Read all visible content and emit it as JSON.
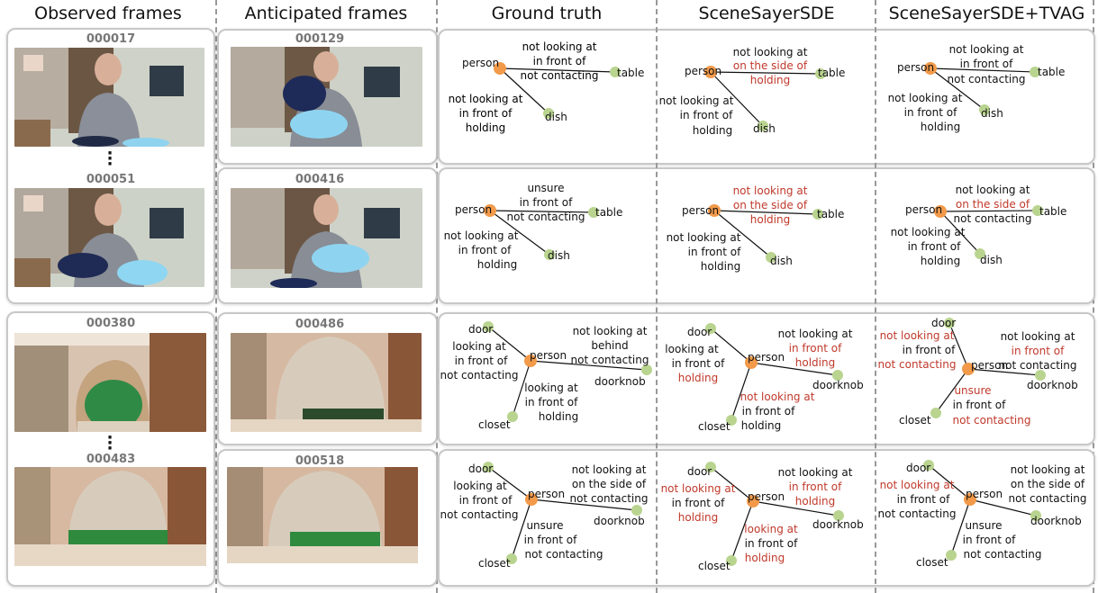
{
  "headers": {
    "observed": "Observed frames",
    "anticipated": "Anticipated frames",
    "gt": "Ground truth",
    "sde": "SceneSayerSDE",
    "tvag": "SceneSayerSDE+TVAG"
  },
  "observed": [
    {
      "ids": [
        "000017",
        "000051"
      ]
    },
    {
      "ids": [
        "000380",
        "000483"
      ]
    }
  ],
  "anticipated": [
    "000129",
    "000416",
    "000486",
    "000518"
  ],
  "colors": {
    "person_node": "#f29a4a",
    "object_node": "#b9d48f",
    "highlight": "#c0392b",
    "text": "#111111"
  },
  "graphs": {
    "r1": {
      "gt": {
        "person": "person",
        "table": "table",
        "dish": "dish",
        "rel_table": [
          "not looking at",
          "in front of",
          "not contacting"
        ],
        "rel_dish": [
          "not looking at",
          "in front of",
          "holding"
        ]
      },
      "sde": {
        "person": "person",
        "table": "table",
        "dish": "dish",
        "rel_table": [
          "not looking at",
          "on the side of",
          "holding"
        ],
        "rel_dish": [
          "not looking at",
          "in front of",
          "holding"
        ]
      },
      "tvag": {
        "person": "person",
        "table": "table",
        "dish": "dish",
        "rel_table": [
          "not looking at",
          "in front of",
          "not contacting"
        ],
        "rel_dish": [
          "not looking at",
          "in front of",
          "holding"
        ]
      }
    },
    "r2": {
      "gt": {
        "person": "person",
        "table": "table",
        "dish": "dish",
        "rel_table": [
          "unsure",
          "in front of",
          "not contacting"
        ],
        "rel_dish": [
          "not looking at",
          "in front of",
          "holding"
        ]
      },
      "sde": {
        "person": "person",
        "table": "table",
        "dish": "dish",
        "rel_table": [
          "not looking at",
          "on the side of",
          "holding"
        ],
        "rel_dish": [
          "not looking at",
          "in front of",
          "holding"
        ]
      },
      "tvag": {
        "person": "person",
        "table": "table",
        "dish": "dish",
        "rel_table": [
          "not looking at",
          "on the side of",
          "not contacting"
        ],
        "rel_dish": [
          "not looking at",
          "in front of",
          "holding"
        ]
      }
    },
    "r3": {
      "gt": {
        "person": "person",
        "door": "door",
        "doorknob": "doorknob",
        "closet": "closet",
        "rel_door": [
          "looking at",
          "in front of",
          "not contacting"
        ],
        "rel_knob": [
          "not looking at",
          "behind",
          "not contacting"
        ],
        "rel_closet": [
          "looking at",
          "in front of",
          "holding"
        ]
      },
      "sde": {
        "person": "person",
        "door": "door",
        "doorknob": "doorknob",
        "closet": "closet",
        "rel_door": [
          "looking at",
          "in front of",
          "holding"
        ],
        "rel_knob": [
          "not looking at",
          "in front of",
          "holding"
        ],
        "rel_closet": [
          "not looking at",
          "in front of",
          "holding"
        ]
      },
      "tvag": {
        "person": "person",
        "door": "door",
        "doorknob": "doorknob",
        "closet": "closet",
        "rel_door": [
          "not looking at",
          "in front of",
          "not contacting"
        ],
        "rel_knob": [
          "not looking at",
          "in front of",
          "not contacting"
        ],
        "rel_closet": [
          "unsure",
          "in front of",
          "not contacting"
        ]
      }
    },
    "r4": {
      "gt": {
        "person": "person",
        "door": "door",
        "doorknob": "doorknob",
        "closet": "closet",
        "rel_door": [
          "looking at",
          "in front of",
          "not contacting"
        ],
        "rel_knob": [
          "not looking at",
          "on the side of",
          "not contacting"
        ],
        "rel_closet": [
          "unsure",
          "in front of",
          "not contacting"
        ]
      },
      "sde": {
        "person": "person",
        "door": "door",
        "doorknob": "doorknob",
        "closet": "closet",
        "rel_door": [
          "not looking at",
          "in front of",
          "holding"
        ],
        "rel_knob": [
          "not looking at",
          "in front of",
          "holding"
        ],
        "rel_closet": [
          "looking at",
          "in front of",
          "holding"
        ]
      },
      "tvag": {
        "person": "person",
        "door": "door",
        "doorknob": "doorknob",
        "closet": "closet",
        "rel_door": [
          "not looking at",
          "in front of",
          "not contacting"
        ],
        "rel_knob": [
          "not looking at",
          "on the side of",
          "not contacting"
        ],
        "rel_closet": [
          "unsure",
          "in front of",
          "not contacting"
        ]
      }
    }
  }
}
